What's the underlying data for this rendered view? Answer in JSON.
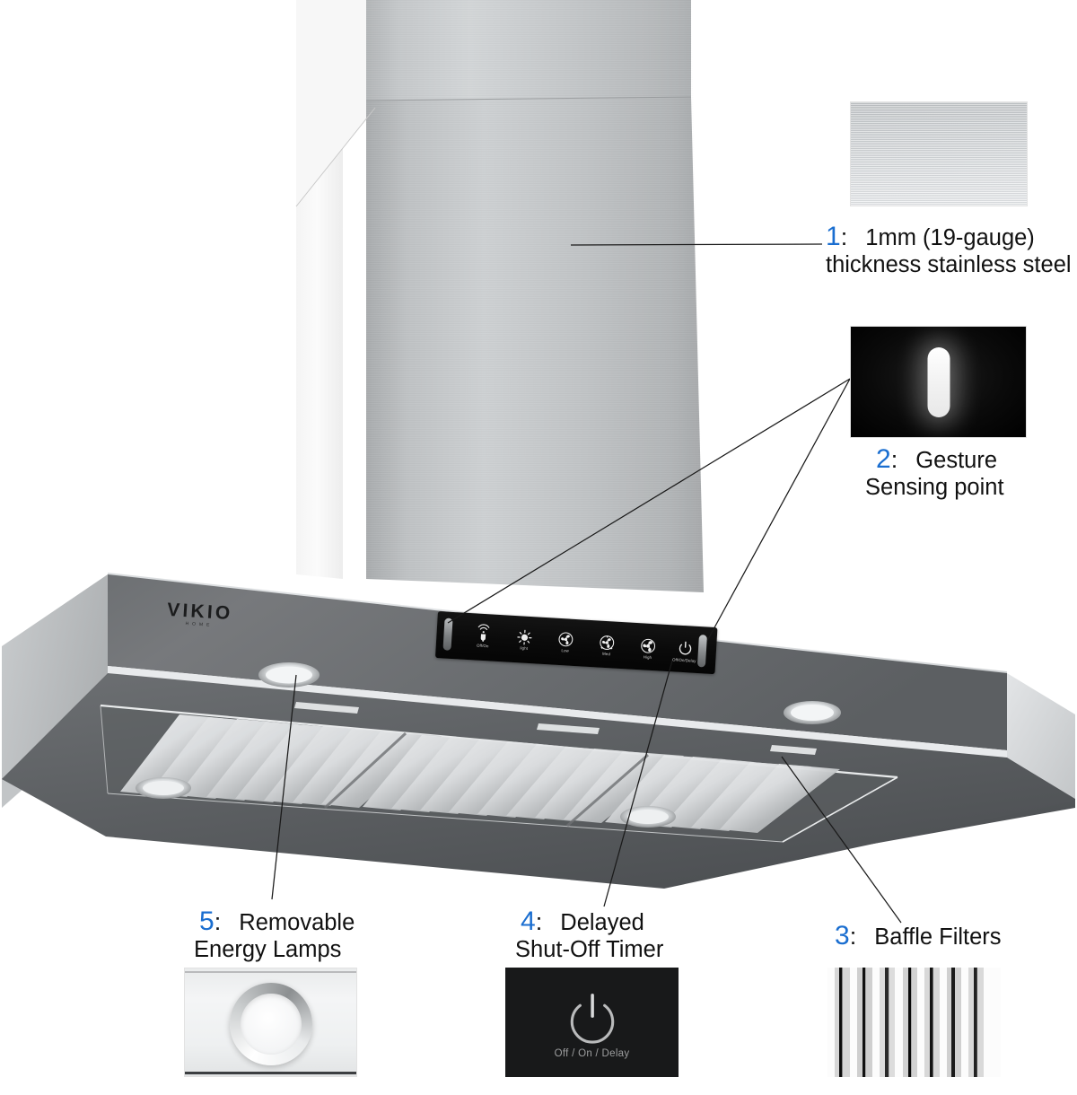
{
  "product": {
    "brand": "VIKIO",
    "brand_sub": "HOME",
    "type": "Wall Mount Range Hood Feature Diagram"
  },
  "callouts": [
    {
      "number": "1",
      "separator": ":",
      "lines": [
        "1mm (19-gauge)",
        "thickness stainless steel"
      ],
      "thumb": "brushed-stainless-steel-swatch"
    },
    {
      "number": "2",
      "separator": ":",
      "lines": [
        "Gesture",
        "Sensing point"
      ],
      "thumb": "gesture-sensor-window"
    },
    {
      "number": "3",
      "separator": ":",
      "lines": [
        "Baffle Filters"
      ],
      "thumb": "baffle-filter-closeup"
    },
    {
      "number": "4",
      "separator": ":",
      "lines": [
        "Delayed",
        "Shut-Off Timer"
      ],
      "thumb": "power-delay-button",
      "thumb_caption": "Off / On / Delay"
    },
    {
      "number": "5",
      "separator": ":",
      "lines": [
        "Removable",
        "Energy Lamps"
      ],
      "thumb": "removable-lamp-closeup"
    }
  ],
  "control_panel": {
    "buttons": [
      {
        "icon": "gesture-sensor-icon",
        "label": "Off/On"
      },
      {
        "icon": "light-bulb-icon",
        "label": "light"
      },
      {
        "icon": "fan-low-icon",
        "label": "Low"
      },
      {
        "icon": "fan-med-icon",
        "label": "Med"
      },
      {
        "icon": "fan-high-icon",
        "label": "High"
      },
      {
        "icon": "power-icon",
        "label": "Off/On/Delay"
      }
    ]
  },
  "colors": {
    "accent_blue": "#1a6ed0",
    "text_black": "#111111",
    "steel_light": "#d2d5d7",
    "steel_dark": "#5e6164",
    "panel_black": "#0b0b0b",
    "background": "#ffffff"
  }
}
